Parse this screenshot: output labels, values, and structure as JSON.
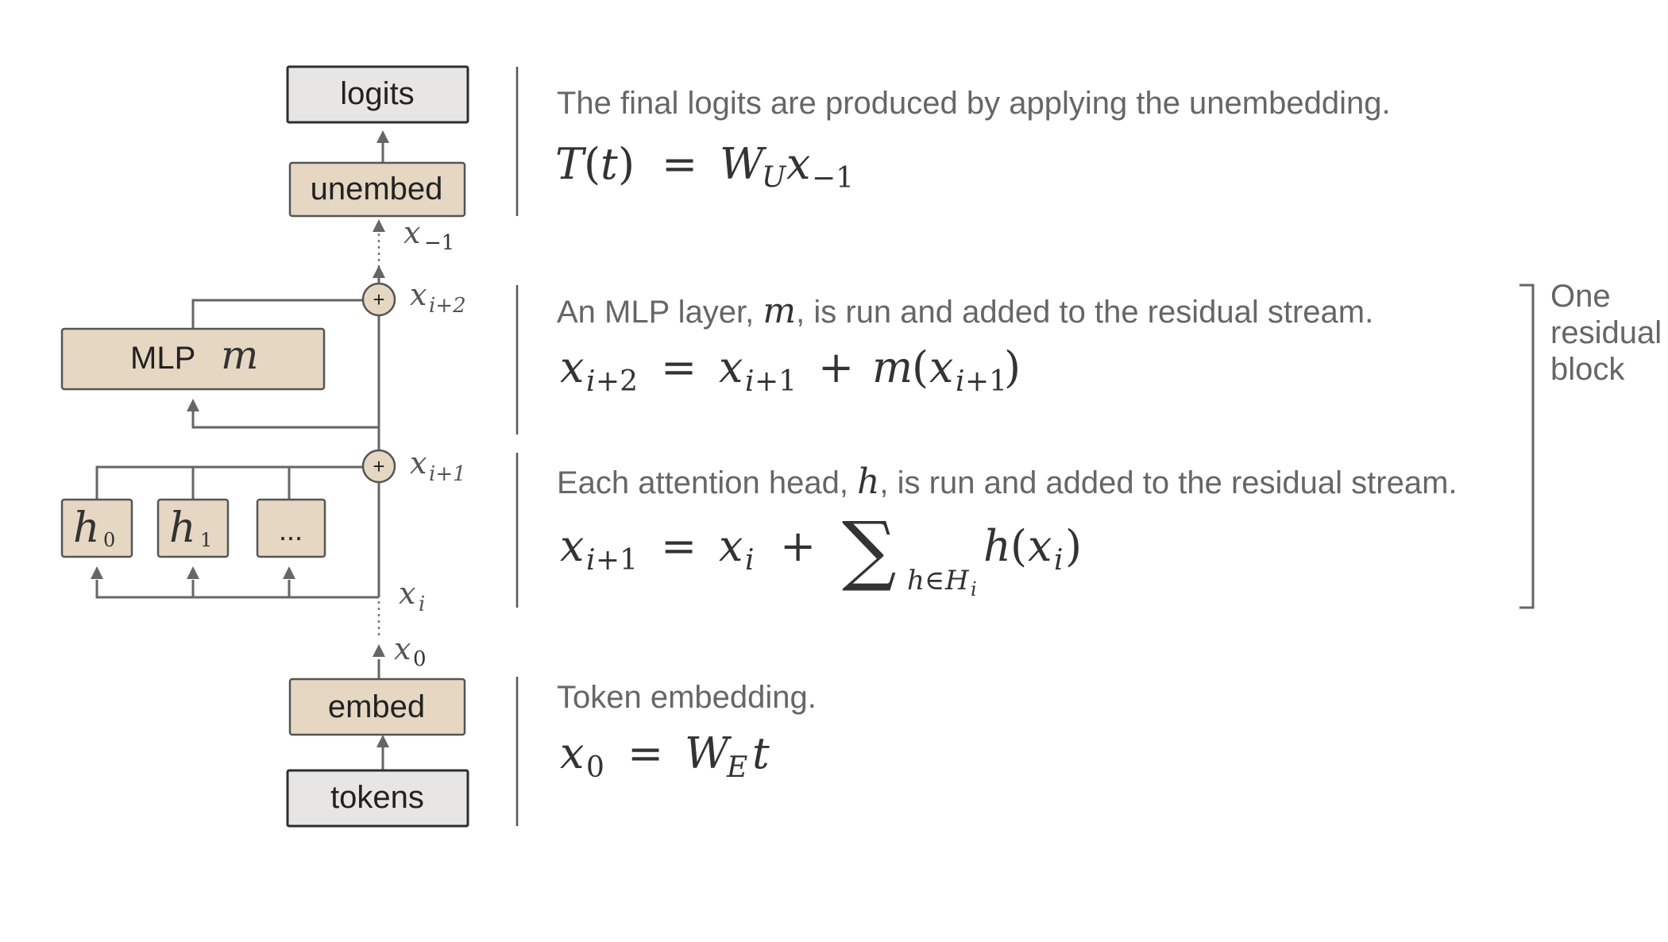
{
  "boxes": {
    "logits": "logits",
    "unembed": "unembed",
    "mlp_label": "MLP",
    "mlp_symbol": "m",
    "head0": "h",
    "head0_sub": "0",
    "head1": "h",
    "head1_sub": "1",
    "head_more": "...",
    "embed": "embed",
    "tokens": "tokens"
  },
  "stream_labels": {
    "x_neg1": "x",
    "x_neg1_sub": "−1",
    "x_i2": "x",
    "x_i2_sub": "i+2",
    "x_i1": "x",
    "x_i1_sub": "i+1",
    "x_i": "x",
    "x_i_sub": "i",
    "x_0": "x",
    "x_0_sub": "0",
    "plus": "+"
  },
  "sections": {
    "unembed": {
      "text": "The final logits are produced by applying the unembedding.",
      "equation": "T(t) = W_U x_−1"
    },
    "mlp": {
      "text_pre": "An MLP layer, ",
      "text_var": "m",
      "text_post": ", is run and added to the residual stream.",
      "equation": "x_i+2 = x_i+1 + m(x_i+1)"
    },
    "attention": {
      "text_pre": "Each attention head, ",
      "text_var": "h",
      "text_post": ", is run and added to the residual stream.",
      "equation": "x_i+1 = x_i + Σ_h∈H_i h(x_i)"
    },
    "embed": {
      "text": "Token embedding.",
      "equation": "x_0 = W_E t"
    }
  },
  "residual_block_label": [
    "One",
    "residual",
    "block"
  ]
}
